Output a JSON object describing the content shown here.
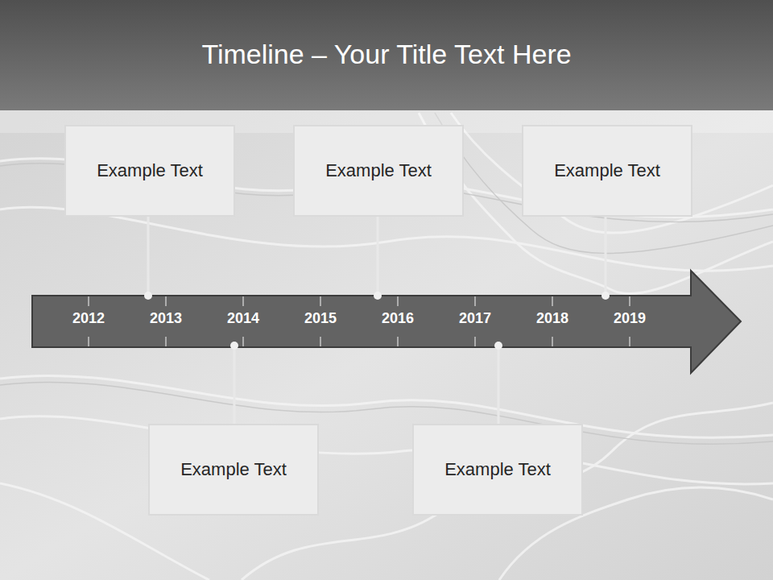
{
  "diagram": {
    "title": "Timeline – Your Title Text Here",
    "nodes": [
      {
        "text": [
          "Example Text"
        ]
      },
      {
        "text": [
          "Example Text"
        ]
      },
      {
        "text": [
          "Example Text"
        ]
      },
      {
        "text": [
          "Example Text"
        ]
      },
      {
        "text": [
          "Example Text"
        ]
      }
    ],
    "labels": [
      "2012",
      "2013",
      "2014",
      "2015",
      "2016",
      "2017",
      "2018",
      "2019"
    ]
  }
}
